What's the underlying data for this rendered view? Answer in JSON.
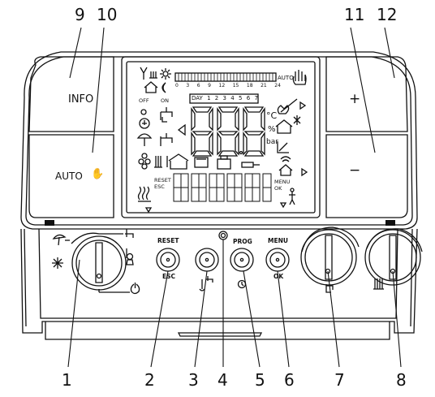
{
  "callouts": {
    "n1": "1",
    "n2": "2",
    "n3": "3",
    "n4": "4",
    "n5": "5",
    "n6": "6",
    "n7": "7",
    "n8": "8",
    "n9": "9",
    "n10": "10",
    "n11": "11",
    "n12": "12"
  },
  "left_buttons": {
    "info": "INFO",
    "auto": "AUTO"
  },
  "right_buttons": {
    "plus": "+",
    "minus": "−"
  },
  "lcd": {
    "auto": "AUTO",
    "scale": [
      "0",
      "3",
      "6",
      "9",
      "12",
      "15",
      "18",
      "21",
      "24"
    ],
    "day": "DAY",
    "days": [
      "1",
      "2",
      "3",
      "4",
      "5",
      "6",
      "7"
    ],
    "off": "OFF",
    "on": "ON",
    "celsius": "°C",
    "percent": "%",
    "bar": "bar",
    "reset": "RESET",
    "esc": "ESC",
    "menu": "MENU",
    "ok": "OK"
  },
  "panel_buttons": {
    "reset": "RESET",
    "esc": "ESC",
    "prog": "PROG",
    "menu": "MENU",
    "ok": "OK"
  },
  "icons": [
    "antenna-icon",
    "sun-icon",
    "snowflake-icon",
    "hand-icon",
    "umbrella-icon",
    "radiator-icon",
    "tap-icon",
    "clock-icon",
    "house-icon",
    "wrench-icon",
    "fan-icon"
  ],
  "colors": {
    "line": "#111111",
    "background": "#ffffff"
  }
}
